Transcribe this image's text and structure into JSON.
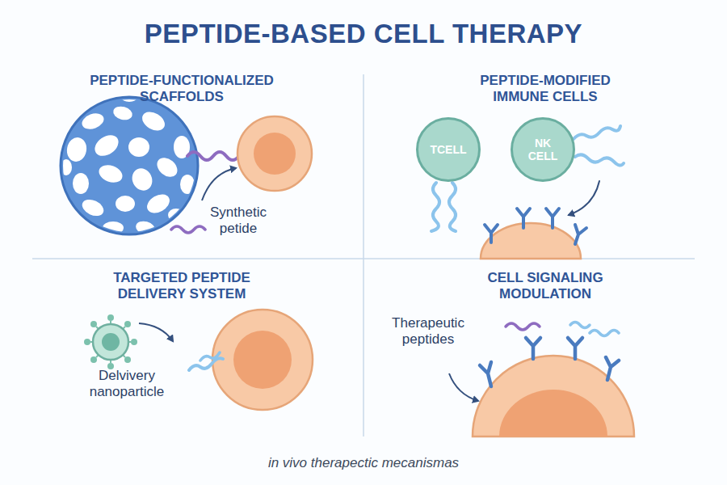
{
  "diagram": {
    "title": "PEPTIDE-BASED CELL THERAPY",
    "caption": "in vivo therapectic mecanismas",
    "nodes": [
      {
        "text": [
          "TCELL"
        ]
      },
      {
        "text": [
          "NK CELL"
        ]
      }
    ],
    "labels": [
      "PEPTIDE-FUNCTIONALIZED SCAFFOLDS",
      "PEPTIDE-MODIFIED IMMUNE CELLS",
      "TARGETED PEPTIDE DELIVERY SYSTEM",
      "CELL SIGNALING MODULATION",
      "Synthetic petide",
      "Delvivery nanoparticle",
      "Therapeutic peptides"
    ]
  }
}
